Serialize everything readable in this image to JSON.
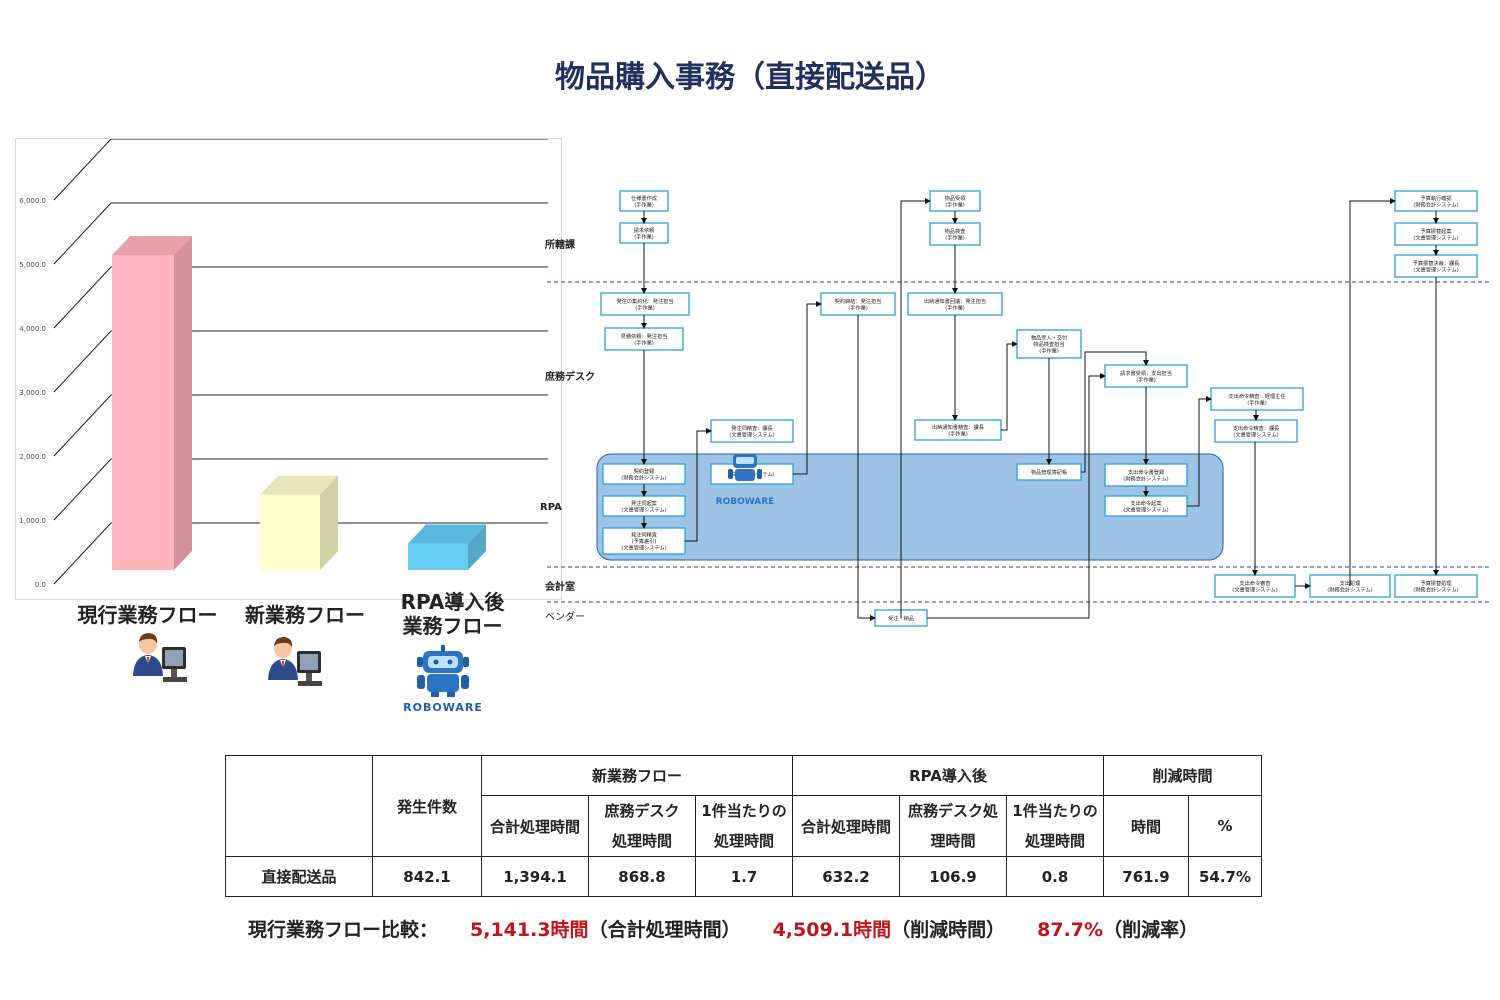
{
  "page": {
    "title": "物品購入事務（直接配送品）"
  },
  "chart_data": {
    "type": "bar",
    "categories": [
      "現行業務フロー",
      "新業務フロー",
      "RPA導入後業務フロー"
    ],
    "values": [
      5141.3,
      1394.1,
      632.2
    ],
    "colors": [
      "#ffb3bd",
      "#ffffcc",
      "#66ccf2"
    ],
    "ylim": [
      0,
      6000
    ],
    "ytick_labels": [
      "0.0",
      "1,000.0",
      "2,000.0",
      "3,000.0",
      "4,000.0",
      "5,000.0",
      "6,000.0"
    ],
    "grid": true
  },
  "category_labels": {
    "current": "現行業務フロー",
    "new": "新業務フロー",
    "rpa_line1": "RPA導入後",
    "rpa_line2": "業務フロー"
  },
  "robot_logo": {
    "text": "ROBOWARE"
  },
  "flow": {
    "lanes": [
      "所轄課",
      "庶務デスク",
      "RPA",
      "会計室",
      "ベンダー"
    ],
    "boxes": {
      "b1": [
        "仕様書作成",
        "(手作業)"
      ],
      "b2": [
        "請求依頼",
        "(手作業)"
      ],
      "b3": [
        "発注の集約化：発注担当",
        "(手作業)"
      ],
      "b4": [
        "見積依頼：発注担当",
        "(手作業)"
      ],
      "b5": [
        "契約登録",
        "(財務会計システム)"
      ],
      "b6": [
        "発注伺起案",
        "(文書管理システム)"
      ],
      "b7": [
        "発注伺精査",
        "(予算差引)",
        "(文書管理システム)"
      ],
      "b8": [
        "発注伺精査：課長",
        "(文書管理システム)"
      ],
      "b9": [
        "(文書管理システム)"
      ],
      "b10": [
        "契約締結：発注担当",
        "(手作業)"
      ],
      "b11": [
        "物品受領",
        "(手作業)"
      ],
      "b12": [
        "物品検査",
        "(手作業)"
      ],
      "b13": [
        "出納通知書回議：発注担当",
        "(手作業)"
      ],
      "b14": [
        "出納通知書精査：課長",
        "(手作業)"
      ],
      "b15": [
        "物品受入・交付",
        "物品検査担当",
        "(手作業)"
      ],
      "b16": [
        "物品管理簿記帳"
      ],
      "b17": [
        "請求書受領：支出担当",
        "(手作業)"
      ],
      "b18": [
        "支出命令書登録",
        "(財務会計システム)"
      ],
      "b19": [
        "支出命令起案",
        "(文書管理システム)"
      ],
      "b20": [
        "支出命令精査：経理主任",
        "(手作業)"
      ],
      "b21": [
        "支出命令精査：課長",
        "(文書管理システム)"
      ],
      "b22": [
        "支出命令審査",
        "(文書管理システム)"
      ],
      "b23": [
        "支出処理",
        "(財務会計システム)"
      ],
      "b24": [
        "予算執行確認",
        "(財務会計システム)"
      ],
      "b25": [
        "予算振替起案",
        "(文書管理システム)"
      ],
      "b26": [
        "予算振替決裁：課長",
        "(文書管理システム)"
      ],
      "b27": [
        "予算振替処理",
        "(財務会計システム)"
      ],
      "b28": [
        "受注・納品"
      ]
    }
  },
  "table": {
    "headers": {
      "count": "発生件数",
      "new_flow": "新業務フロー",
      "rpa": "RPA導入後",
      "reduction": "削減時間",
      "total_time": "合計処理時間",
      "desk_time_l1": "庶務デスク",
      "desk_time_l2": "処理時間",
      "rpa_desk_l1": "庶務デスク処",
      "rpa_desk_l2": "理時間",
      "per_case_l1": "1件当たりの",
      "per_case_l2": "処理時間",
      "hours": "時間",
      "percent": "%"
    },
    "row": {
      "name": "直接配送品",
      "count": "842.1",
      "new_total": "1,394.1",
      "new_desk": "868.8",
      "new_per": "1.7",
      "rpa_total": "632.2",
      "rpa_desk": "106.9",
      "rpa_per": "0.8",
      "red_hours": "761.9",
      "red_pct": "54.7%"
    }
  },
  "comparison": {
    "label": "現行業務フロー比較：",
    "total_value": "5,141.3時間",
    "total_note": "（合計処理時間）",
    "reduced_value": "4,509.1時間",
    "reduced_note": "（削減時間）",
    "rate_value": "87.7%",
    "rate_note": "（削減率）"
  }
}
